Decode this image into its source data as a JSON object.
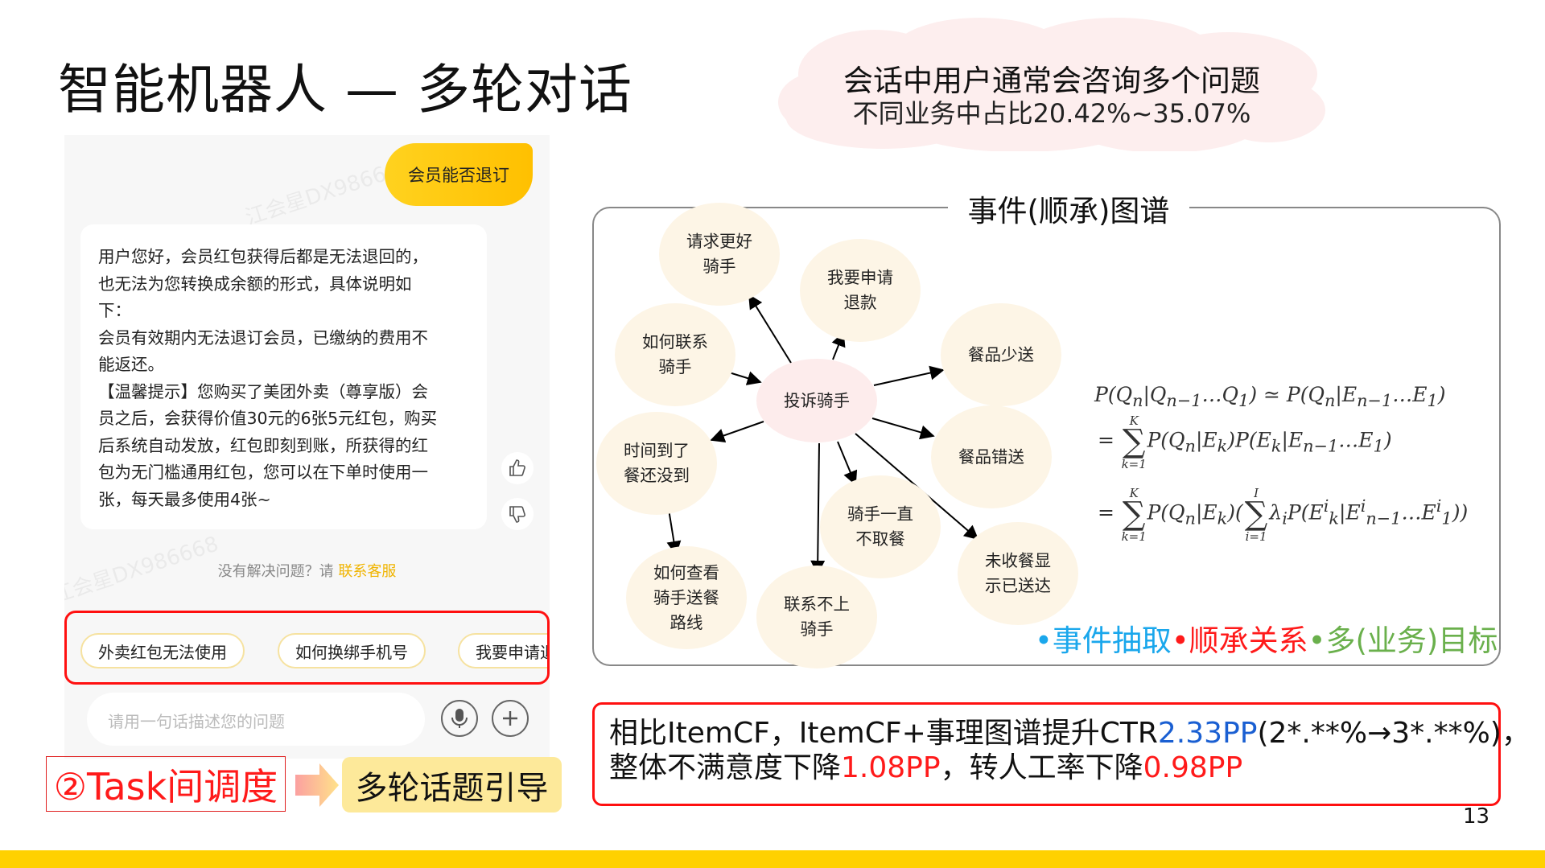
{
  "title": "智能机器人 — 多轮对话",
  "cloud": {
    "line1": "会话中用户通常会咨询多个问题",
    "line2": "不同业务中占比20.42%~35.07%"
  },
  "chat": {
    "watermark": "江会星DX986668",
    "user_message": "会员能否退订",
    "bot_lines": [
      "用户您好，会员红包获得后都是无法退回的，",
      "也无法为您转换成余额的形式，具体说明如",
      "下：",
      "会员有效期内无法退订会员，已缴纳的费用不",
      "能返还。",
      "【温馨提示】您购买了美团外卖（尊享版）会",
      "员之后，会获得价值30元的6张5元红包，购买",
      "后系统自动发放，红包即刻到账，所获得的红",
      "包为无门槛通用红包，您可以在下单时使用一",
      "张，每天最多使用4张~"
    ],
    "unresolved_prefix": "没有解决问题？请 ",
    "contact_link": "联系客服",
    "suggestions": [
      "外卖红包无法使用",
      "如何换绑手机号",
      "我要申请退款"
    ],
    "input_placeholder": "请用一句话描述您的问题"
  },
  "task_label": "②Task间调度",
  "guide_label": "多轮话题引导",
  "graph": {
    "title": "事件(顺承)图谱",
    "nodes": {
      "n1": "请求更好骑手",
      "n2": "我要申请退款",
      "n3": "如何联系骑手",
      "n4": "餐品少送",
      "center": "投诉骑手",
      "n5": "时间到了餐还没到",
      "n6": "餐品错送",
      "n7": "骑手一直不取餐",
      "n8": "未收餐显示已送达",
      "n9": "如何查看骑手送餐路线",
      "n10": "联系不上骑手"
    },
    "legend": {
      "a": "•事件抽取",
      "b": "•顺承关系",
      "c": "•多(业务)目标"
    },
    "legend_colors": {
      "a": "#1aa7ec",
      "b": "#ff1a1a",
      "c": "#6ab04c"
    }
  },
  "result": {
    "l1a": "相比ItemCF，ItemCF+事理图谱提升CTR",
    "l1b": "2.33PP",
    "l1c": "(2*.**%→3*.**%)，",
    "l2a": "整体不满意度下降",
    "l2b": "1.08PP",
    "l2c": "，转人工率下降",
    "l2d": "0.98PP"
  },
  "page_number": "13"
}
